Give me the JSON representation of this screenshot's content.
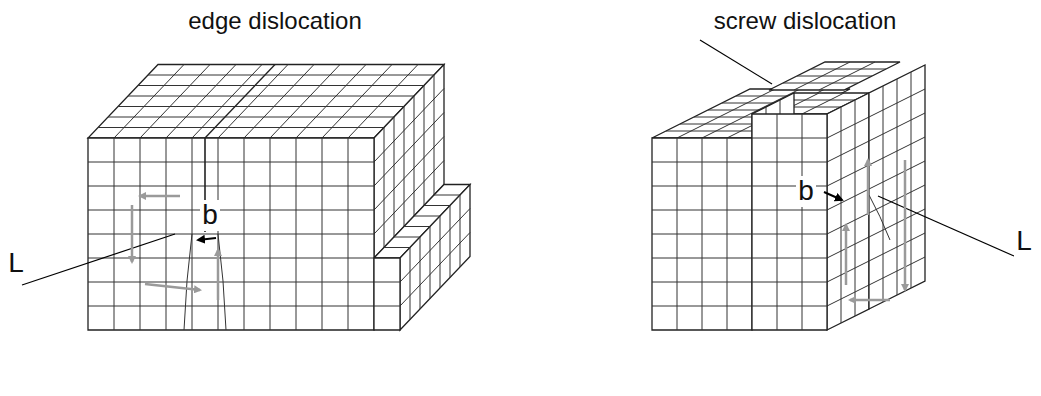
{
  "diagram": {
    "labels": [
      "edge dislocation",
      "screw dislocation",
      "L",
      "b",
      "b",
      "L"
    ]
  }
}
